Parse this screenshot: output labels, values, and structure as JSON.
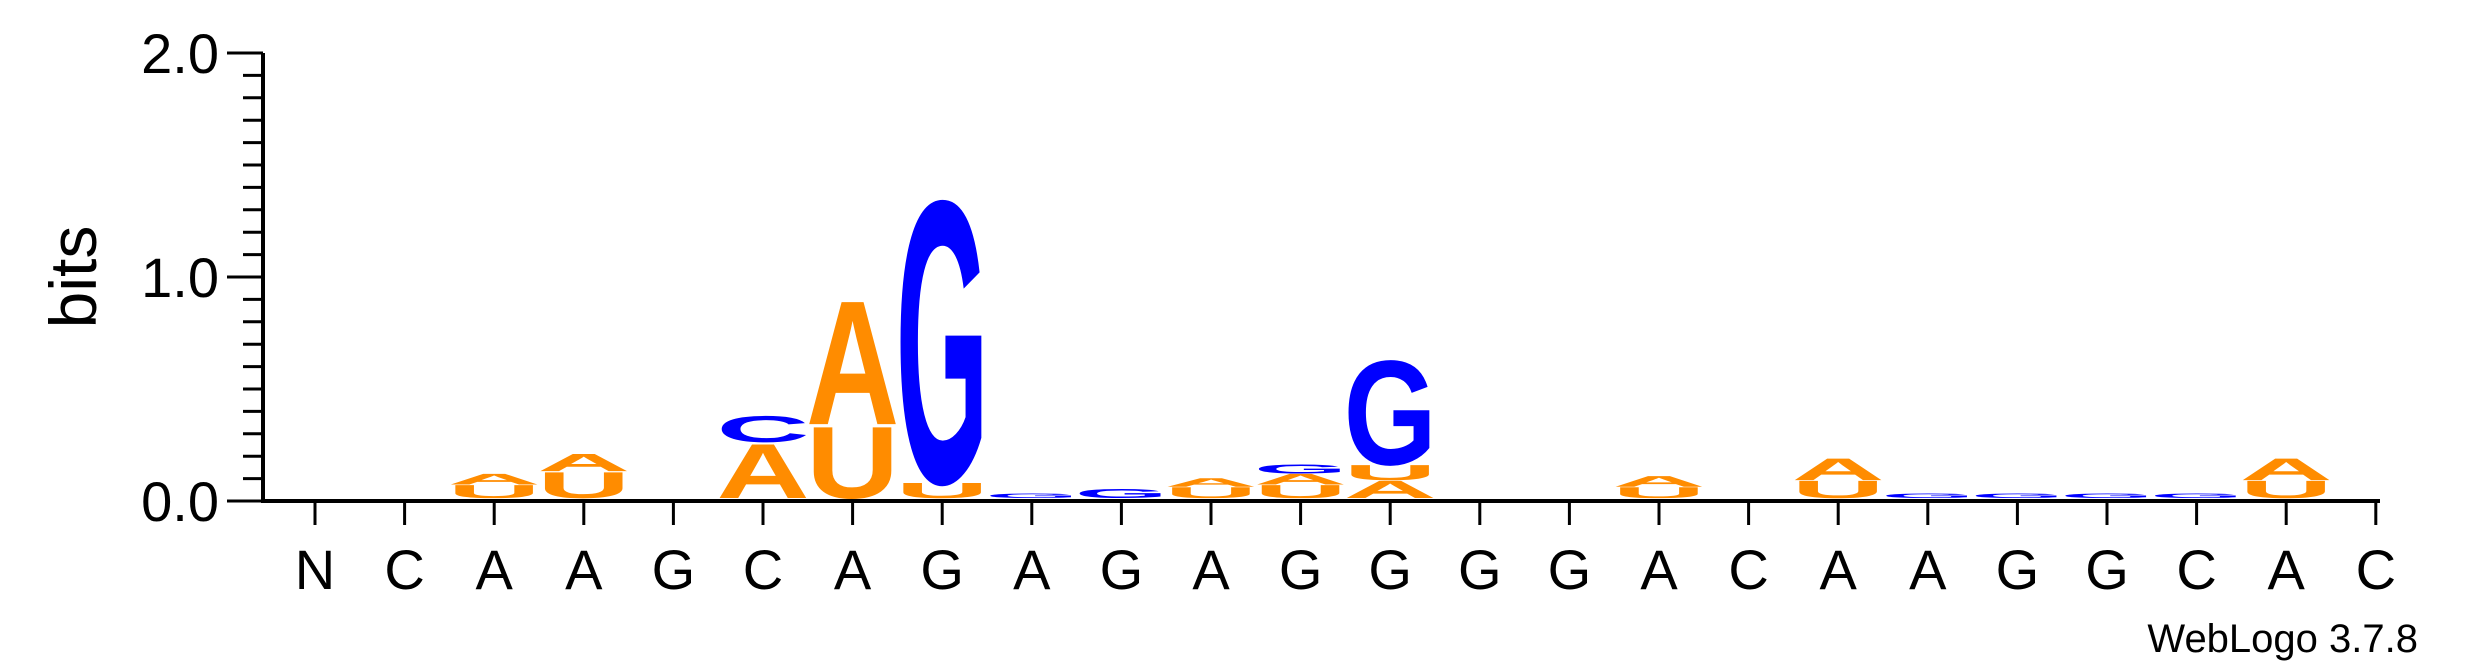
{
  "chart_data": {
    "type": "sequence-logo",
    "title": "",
    "xlabel": "",
    "ylabel": "bits",
    "ylim": [
      0,
      2.0
    ],
    "yticks": [
      "0.0",
      "1.0",
      "2.0"
    ],
    "grid": false,
    "credit": "WebLogo 3.7.8",
    "colors": {
      "A": "#ff8c00",
      "U": "#ff8c00",
      "G": "#0000ff",
      "C": "#0000ff"
    },
    "positions": [
      {
        "label": "N",
        "stack": []
      },
      {
        "label": "C",
        "stack": []
      },
      {
        "label": "A",
        "stack": [
          {
            "letter": "U",
            "bits": 0.06
          },
          {
            "letter": "A",
            "bits": 0.05
          }
        ]
      },
      {
        "label": "A",
        "stack": [
          {
            "letter": "U",
            "bits": 0.12
          },
          {
            "letter": "A",
            "bits": 0.08
          }
        ]
      },
      {
        "label": "G",
        "stack": []
      },
      {
        "label": "C",
        "stack": [
          {
            "letter": "A",
            "bits": 0.25
          },
          {
            "letter": "C",
            "bits": 0.12
          }
        ]
      },
      {
        "label": "A",
        "stack": [
          {
            "letter": "U",
            "bits": 0.33
          },
          {
            "letter": "A",
            "bits": 0.57
          }
        ]
      },
      {
        "label": "G",
        "stack": [
          {
            "letter": "U",
            "bits": 0.07
          },
          {
            "letter": "G",
            "bits": 1.3
          }
        ]
      },
      {
        "label": "A",
        "stack": [
          {
            "letter": "G",
            "bits": 0.02
          }
        ]
      },
      {
        "label": "G",
        "stack": [
          {
            "letter": "G",
            "bits": 0.04
          }
        ]
      },
      {
        "label": "A",
        "stack": [
          {
            "letter": "U",
            "bits": 0.05
          },
          {
            "letter": "A",
            "bits": 0.04
          }
        ]
      },
      {
        "label": "G",
        "stack": [
          {
            "letter": "U",
            "bits": 0.06
          },
          {
            "letter": "A",
            "bits": 0.05
          },
          {
            "letter": "G",
            "bits": 0.04
          }
        ]
      },
      {
        "label": "G",
        "stack": [
          {
            "letter": "A",
            "bits": 0.08
          },
          {
            "letter": "U",
            "bits": 0.07
          },
          {
            "letter": "G",
            "bits": 0.48
          }
        ]
      },
      {
        "label": "G",
        "stack": []
      },
      {
        "label": "G",
        "stack": []
      },
      {
        "label": "A",
        "stack": [
          {
            "letter": "U",
            "bits": 0.05
          },
          {
            "letter": "A",
            "bits": 0.05
          }
        ]
      },
      {
        "label": "C",
        "stack": []
      },
      {
        "label": "A",
        "stack": [
          {
            "letter": "U",
            "bits": 0.08
          },
          {
            "letter": "A",
            "bits": 0.1
          }
        ]
      },
      {
        "label": "A",
        "stack": [
          {
            "letter": "G",
            "bits": 0.02
          }
        ]
      },
      {
        "label": "G",
        "stack": [
          {
            "letter": "G",
            "bits": 0.02
          }
        ]
      },
      {
        "label": "G",
        "stack": [
          {
            "letter": "G",
            "bits": 0.02
          }
        ]
      },
      {
        "label": "C",
        "stack": [
          {
            "letter": "G",
            "bits": 0.02
          }
        ]
      },
      {
        "label": "A",
        "stack": [
          {
            "letter": "U",
            "bits": 0.08
          },
          {
            "letter": "A",
            "bits": 0.1
          }
        ]
      },
      {
        "label": "C",
        "stack": []
      }
    ]
  }
}
